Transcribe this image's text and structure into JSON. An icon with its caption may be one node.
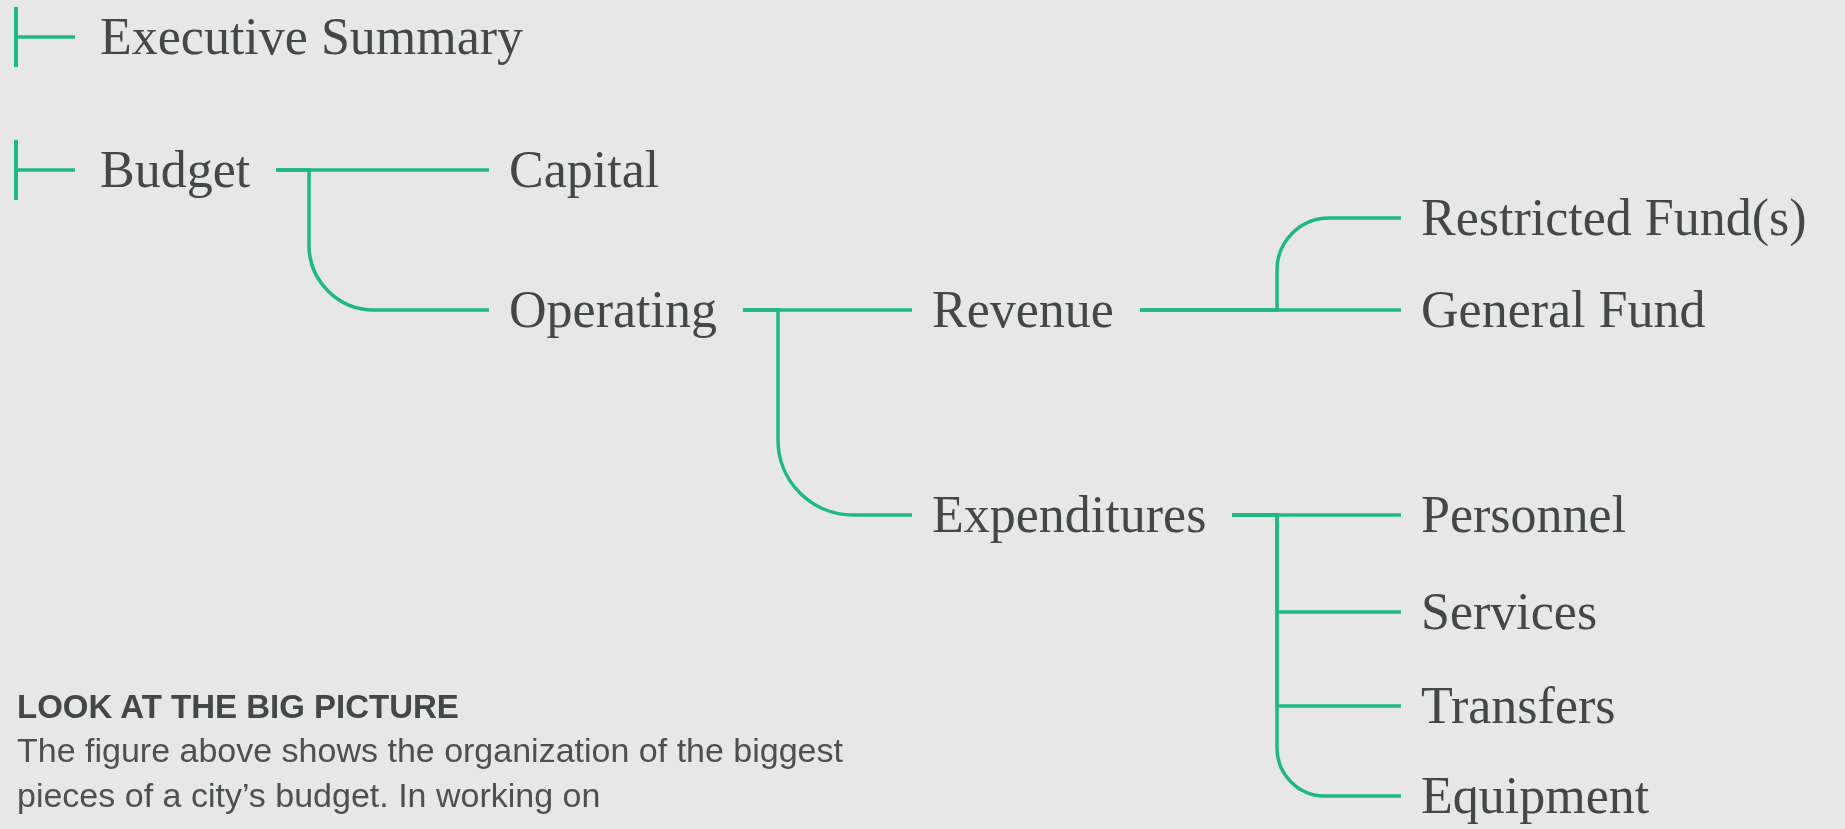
{
  "diagram": {
    "nodes": [
      {
        "text": [
          "Executive Summary"
        ]
      },
      {
        "text": [
          "Budget"
        ]
      },
      {
        "text": [
          "Capital"
        ]
      },
      {
        "text": [
          "Operating"
        ]
      },
      {
        "text": [
          "Revenue"
        ]
      },
      {
        "text": [
          "Expenditures"
        ]
      },
      {
        "text": [
          "Restricted Fund(s)"
        ]
      },
      {
        "text": [
          "General Fund"
        ]
      },
      {
        "text": [
          "Personnel"
        ]
      },
      {
        "text": [
          "Services"
        ]
      },
      {
        "text": [
          "Transfers"
        ]
      },
      {
        "text": [
          "Equipment"
        ]
      }
    ],
    "edges": [
      {
        "from": null,
        "to": 0,
        "arrow": "other"
      },
      {
        "from": null,
        "to": 1,
        "arrow": "other"
      },
      {
        "from": 1,
        "to": 2,
        "arrow": "none"
      },
      {
        "from": 1,
        "to": 3,
        "arrow": "none"
      },
      {
        "from": 3,
        "to": 4,
        "arrow": "none"
      },
      {
        "from": 3,
        "to": 5,
        "arrow": "none"
      },
      {
        "from": 4,
        "to": 6,
        "arrow": "none"
      },
      {
        "from": 4,
        "to": 7,
        "arrow": "none"
      },
      {
        "from": 5,
        "to": 8,
        "arrow": "none"
      },
      {
        "from": 5,
        "to": 9,
        "arrow": "none"
      },
      {
        "from": 5,
        "to": 10,
        "arrow": "none"
      },
      {
        "from": 5,
        "to": 11,
        "arrow": "none"
      }
    ],
    "labels": [
      "LOOK AT THE BIG PICTURE",
      "The figure above shows the organization of the biggest pieces of a city’s budget. In working on"
    ]
  }
}
